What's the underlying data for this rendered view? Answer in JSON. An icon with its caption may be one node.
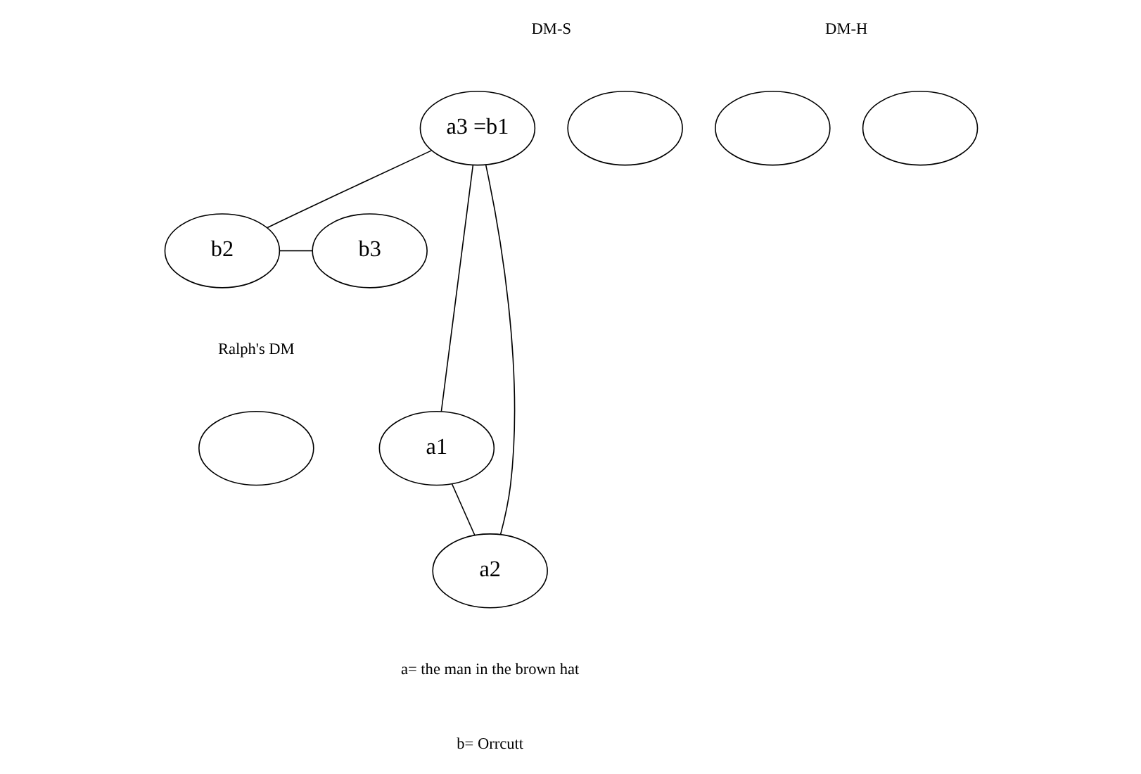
{
  "diagram": {
    "nodes": [
      {
        "text": [
          "a3 =b1"
        ]
      },
      {
        "text": [],
        "shape": "ellipse"
      },
      {
        "text": [],
        "shape": "ellipse"
      },
      {
        "text": [],
        "shape": "ellipse"
      },
      {
        "text": [
          "b2"
        ]
      },
      {
        "text": [
          "b3"
        ]
      },
      {
        "text": [
          "a1"
        ]
      },
      {
        "text": [],
        "shape": "ellipse"
      },
      {
        "text": [
          "a2"
        ]
      }
    ],
    "edges": [
      {
        "from": 0,
        "to": 6,
        "arrow": "none"
      },
      {
        "from": 0,
        "to": 4,
        "arrow": "none"
      },
      {
        "from": 0,
        "to": 8,
        "arrow": "none"
      },
      {
        "from": 4,
        "to": 5,
        "arrow": "none"
      },
      {
        "from": 6,
        "to": 8,
        "arrow": "none"
      }
    ],
    "labels": [
      "DM-S",
      "DM-H",
      "Ralph's DM",
      "a= the man in the brown hat",
      "b= Orrcutt"
    ]
  }
}
